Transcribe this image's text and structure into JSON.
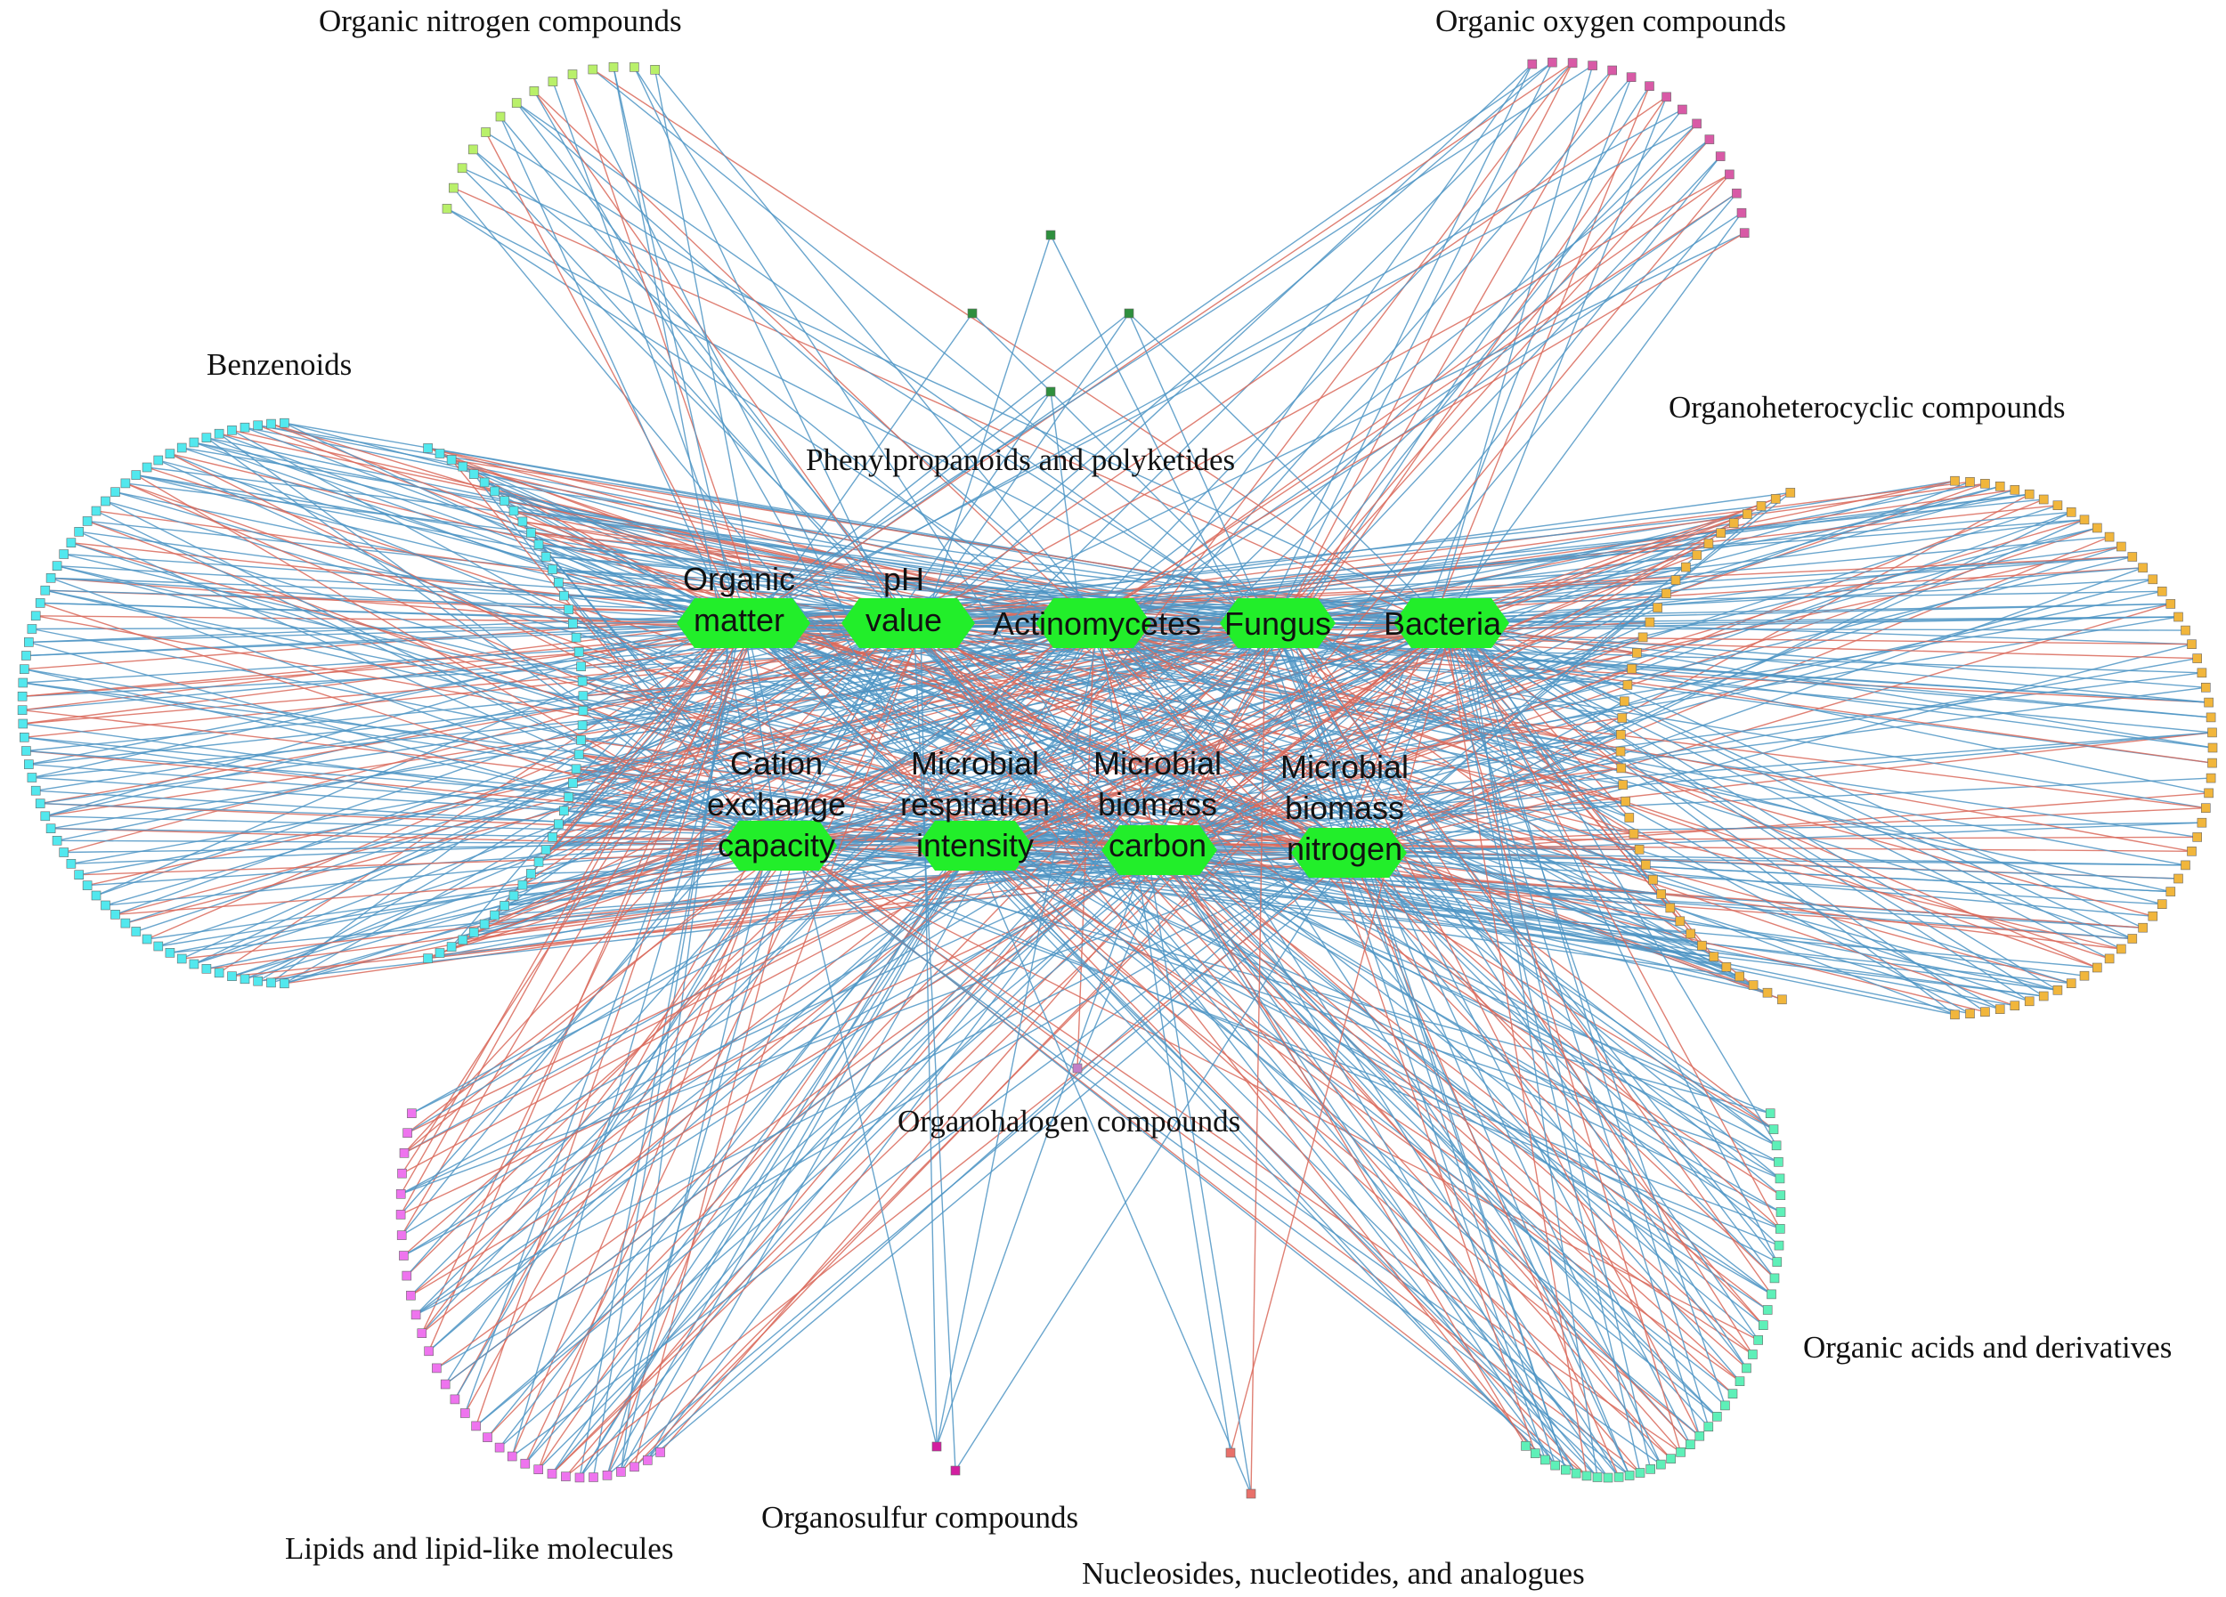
{
  "colors": {
    "hub": "#22ee2a",
    "positive_edge": "#4f95c4",
    "negative_edge": "#d9685a",
    "background": "#ffffff"
  },
  "groups": {
    "organic_nitrogen": {
      "label": "Organic nitrogen compounds",
      "color": "#b9f06a",
      "count": 14
    },
    "organic_oxygen": {
      "label": "Organic oxygen compounds",
      "color": "#d85aa6",
      "count": 16
    },
    "benzenoids": {
      "label": "Benzenoids",
      "color": "#52e8ee",
      "count": 110
    },
    "organoheterocyclic": {
      "label": "Organoheterocyclic compounds",
      "color": "#f1b63c",
      "count": 95
    },
    "phenylpropanoids": {
      "label": "Phenylpropanoids and polyketides",
      "color": "#2e8f3d",
      "count": 4
    },
    "organohalogen": {
      "label": "Organohalogen compounds",
      "color": "#c27fc7",
      "count": 1
    },
    "organic_acids": {
      "label": "Organic acids and derivatives",
      "color": "#5ef0b8",
      "count": 40
    },
    "lipids": {
      "label": "Lipids and lipid-like molecules",
      "color": "#ee74ee",
      "count": 32
    },
    "organosulfur": {
      "label": "Organosulfur compounds",
      "color": "#d31fa0",
      "count": 2
    },
    "nucleosides": {
      "label": "Nucleosides, nucleotides, and analogues",
      "color": "#e8706a",
      "count": 2
    }
  },
  "hubs": [
    {
      "id": "organic_matter",
      "lines": [
        "Organic",
        "matter"
      ]
    },
    {
      "id": "ph_value",
      "lines": [
        "pH",
        "value"
      ]
    },
    {
      "id": "actinomycetes",
      "lines": [
        "Actinomycetes"
      ]
    },
    {
      "id": "fungus",
      "lines": [
        "Fungus"
      ]
    },
    {
      "id": "bacteria",
      "lines": [
        "Bacteria"
      ]
    },
    {
      "id": "cec",
      "lines": [
        "Cation",
        "exchange",
        "capacity"
      ]
    },
    {
      "id": "respiration",
      "lines": [
        "Microbial",
        "respiration",
        "intensity"
      ]
    },
    {
      "id": "biomass_carbon",
      "lines": [
        "Microbial",
        "biomass",
        "carbon"
      ]
    },
    {
      "id": "biomass_nitrogen",
      "lines": [
        "Microbial",
        "biomass",
        "nitrogen"
      ]
    }
  ]
}
